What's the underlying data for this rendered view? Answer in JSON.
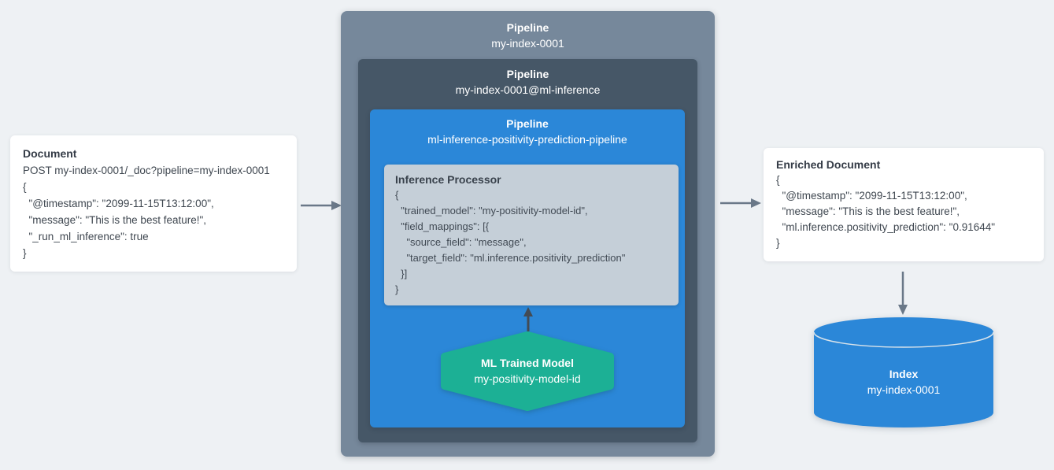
{
  "diagram": {
    "document_card": {
      "title": "Document",
      "lines": [
        "POST my-index-0001/_doc?pipeline=my-index-0001",
        "{",
        "  \"@timestamp\": \"2099-11-15T13:12:00\",",
        "  \"message\": \"This is the best feature!\",",
        "  \"_run_ml_inference\": true",
        "}"
      ]
    },
    "outer_pipeline": {
      "label": "Pipeline",
      "name": "my-index-0001"
    },
    "ml_inference_pipeline": {
      "label": "Pipeline",
      "name": "my-index-0001@ml-inference"
    },
    "positivity_pipeline": {
      "label": "Pipeline",
      "name": "ml-inference-positivity-prediction-pipeline"
    },
    "inference_processor": {
      "title": "Inference Processor",
      "lines": [
        "{",
        "  \"trained_model\": \"my-positivity-model-id\",",
        "  \"field_mappings\": [{",
        "    \"source_field\": \"message\",",
        "    \"target_field\": \"ml.inference.positivity_prediction\"",
        "  }]",
        "}"
      ]
    },
    "trained_model": {
      "title": "ML Trained Model",
      "name": "my-positivity-model-id"
    },
    "enriched_document_card": {
      "title": "Enriched Document",
      "lines": [
        "{",
        "  \"@timestamp\": \"2099-11-15T13:12:00\",",
        "  \"message\": \"This is the best feature!\",",
        "  \"ml.inference.positivity_prediction\": \"0.91644\"",
        "}"
      ]
    },
    "index": {
      "title": "Index",
      "name": "my-index-0001"
    }
  },
  "icons": {
    "arrow_right": "flow arrow pointing right",
    "arrow_up": "flow arrow pointing up",
    "arrow_down": "flow arrow pointing down"
  },
  "colors": {
    "background": "#eef1f4",
    "card": "#ffffff",
    "outer_pipeline_box": "#76889b",
    "ml_inference_pipeline_box": "#465767",
    "positivity_pipeline_box": "#2b87d8",
    "processor_box": "#c5cfd8",
    "trained_model_hexagon": "#1cb095",
    "index_cylinder": "#2b87d8",
    "flow_arrow": "#6a7888",
    "model_arrow": "#434b54",
    "text_dark": "#3a424c",
    "text_light": "#ffffff"
  }
}
